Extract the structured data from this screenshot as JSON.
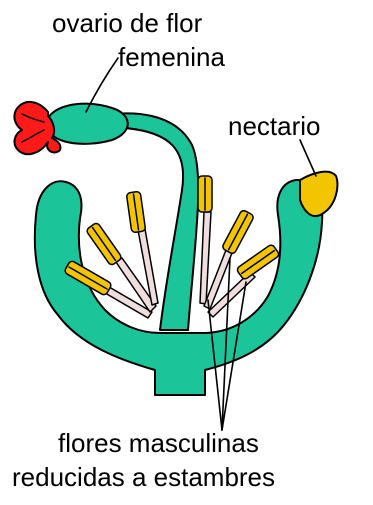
{
  "labels": {
    "ovary_line1": "ovario  de flor",
    "ovary_line2": "femenina",
    "nectary": "nectario",
    "male_line1": "flores masculinas",
    "male_line2": "reducidas a estambres"
  },
  "colors": {
    "cup": "#1cc49a",
    "stamen_anther": "#f2c500",
    "stamen_filament": "#f0dede",
    "stigma": "#ff1a1a",
    "nectary": "#f2c500",
    "outline": "#000000"
  }
}
